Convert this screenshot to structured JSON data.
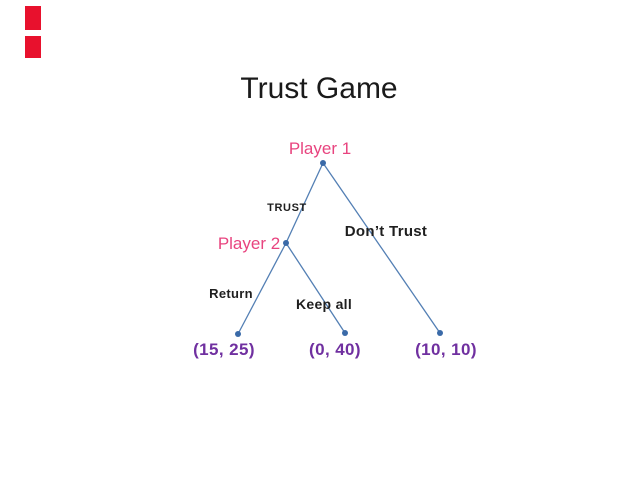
{
  "slide": {
    "title": "Trust Game"
  },
  "decoration": {
    "red_blocks_count": 2,
    "red_block_color": "#e8112d"
  },
  "colors": {
    "background": "#ffffff",
    "title_text": "#1a1a1a",
    "player_label": "#e8447f",
    "action_label": "#1f1f1f",
    "payoff_text": "#7030a0",
    "edge_line": "#537fb4",
    "node_dot": "#3a6aa8"
  },
  "tree": {
    "nodes": [
      {
        "id": "player1",
        "label": "Player 1"
      },
      {
        "id": "player2",
        "label": "Player 2"
      }
    ],
    "actions": [
      {
        "label": "TRUST",
        "from": "player1"
      },
      {
        "label": "Don’t Trust",
        "from": "player1"
      },
      {
        "label": "Return",
        "from": "player2"
      },
      {
        "label": "Keep all",
        "from": "player2"
      }
    ],
    "payoffs": [
      {
        "label": "(15, 25)",
        "values": [
          15,
          25
        ]
      },
      {
        "label": "(0, 40)",
        "values": [
          0,
          40
        ]
      },
      {
        "label": "(10, 10)",
        "values": [
          10,
          10
        ]
      }
    ]
  }
}
